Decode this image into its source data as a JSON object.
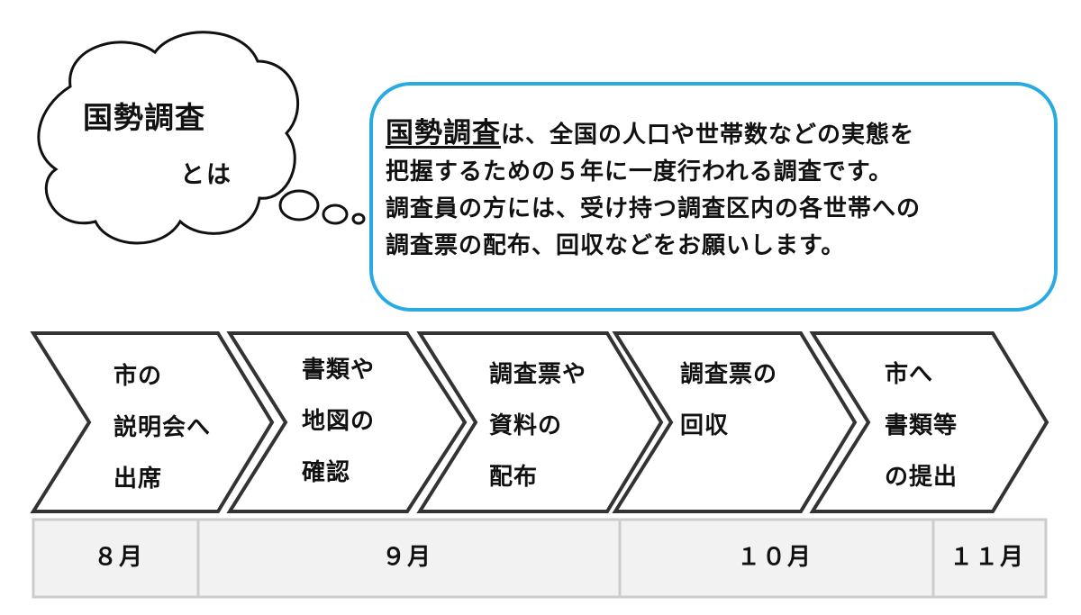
{
  "cloud": {
    "title": "国勢調査",
    "subtitle": "とは"
  },
  "bubble": {
    "highlight": "国勢調査",
    "line1_rest": "は、全国の人口や世帯数などの実態を",
    "line2": "把握するための５年に一度行われる調査です。",
    "line3": "調査員の方には、受け持つ調査区内の各世帯への",
    "line4": "調査票の配布、回収などをお願いします。"
  },
  "steps": [
    {
      "lines": [
        "市の",
        "説明会へ",
        "出席"
      ]
    },
    {
      "lines": [
        "書類や",
        "地図の",
        "確認"
      ]
    },
    {
      "lines": [
        "調査票や",
        "資料の",
        "配布"
      ]
    },
    {
      "lines": [
        "調査票の",
        "回収"
      ]
    },
    {
      "lines": [
        "市へ",
        "書類等",
        "の提出"
      ]
    }
  ],
  "months": [
    "８月",
    "９月",
    "１０月",
    "１１月"
  ],
  "colors": {
    "bubble_border": "#29abe2",
    "arrow_border": "#333333",
    "timeline_fill": "#f2f2f2",
    "timeline_border": "#cccccc"
  }
}
